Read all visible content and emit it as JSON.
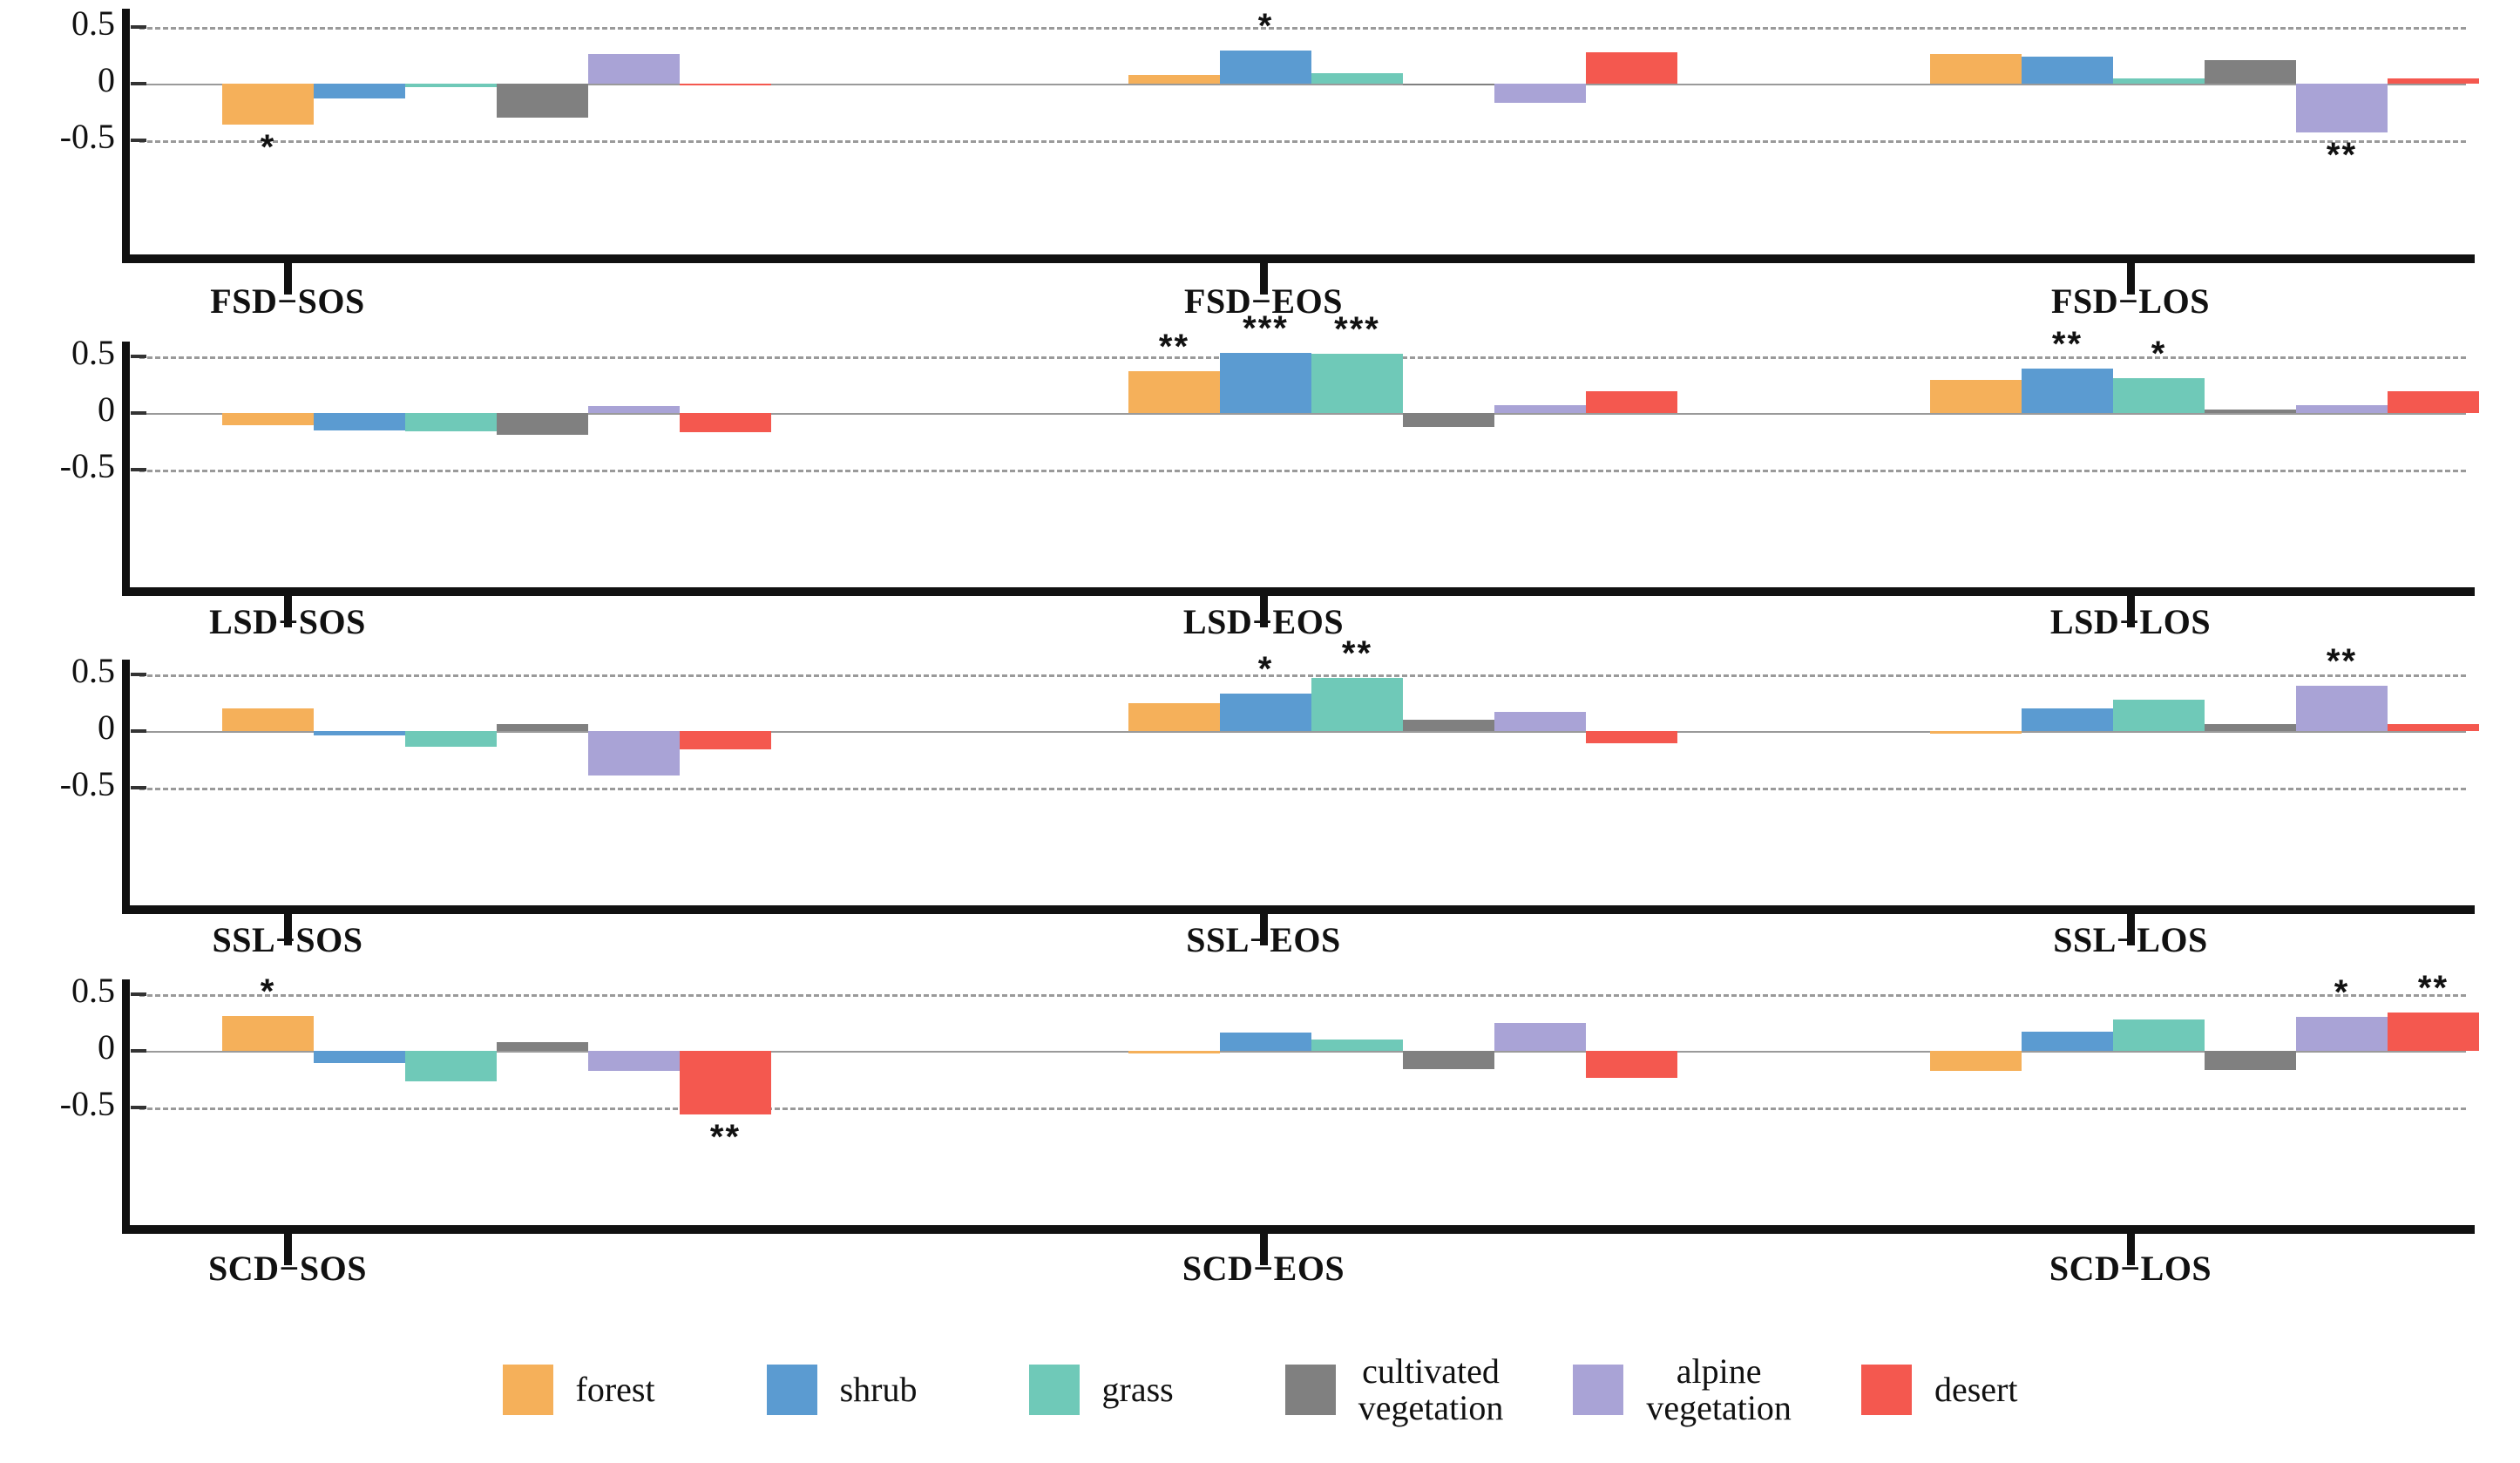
{
  "chart_data": {
    "type": "bar",
    "title": "",
    "xlabel": "",
    "ylabel": "",
    "ylim": [
      -1.0,
      1.0
    ],
    "yticks": [
      0.5,
      0,
      -0.5
    ],
    "ytick_labels": [
      "0.5",
      "0",
      "-0.5"
    ],
    "grid": "dashed horizontal gridlines at 0.5 and -0.5; solid zero line",
    "legend_position": "bottom-center",
    "categories": [
      "forest",
      "shrub",
      "grass",
      "cultivated vegetation",
      "alpine vegetation",
      "desert"
    ],
    "colors": [
      "#F5B05A",
      "#5B9BD1",
      "#6FC9B8",
      "#808080",
      "#A9A3D6",
      "#F4584F"
    ],
    "significance_legend": [
      "*",
      "**",
      "***"
    ],
    "panels": [
      {
        "label": "FSD−SOS",
        "row": 1,
        "col": 1,
        "values": [
          -0.36,
          -0.13,
          -0.03,
          -0.3,
          0.26,
          0.0
        ],
        "sig": [
          "*",
          "",
          "",
          "",
          "",
          ""
        ]
      },
      {
        "label": "FSD−EOS",
        "row": 1,
        "col": 2,
        "values": [
          0.08,
          0.29,
          0.09,
          0.0,
          -0.17,
          0.28
        ],
        "sig": [
          "",
          "*",
          "",
          "",
          "",
          ""
        ]
      },
      {
        "label": "FSD−LOS",
        "row": 1,
        "col": 3,
        "values": [
          0.26,
          0.24,
          0.05,
          0.21,
          -0.43,
          0.05
        ],
        "sig": [
          "",
          "",
          "",
          "",
          "**",
          ""
        ]
      },
      {
        "label": "LSD−SOS",
        "row": 2,
        "col": 1,
        "values": [
          -0.11,
          -0.15,
          -0.16,
          -0.19,
          0.06,
          -0.17
        ],
        "sig": [
          "",
          "",
          "",
          "",
          "",
          ""
        ]
      },
      {
        "label": "LSD−EOS",
        "row": 2,
        "col": 2,
        "values": [
          0.37,
          0.53,
          0.52,
          -0.12,
          0.07,
          0.19
        ],
        "sig": [
          "**",
          "***",
          "***",
          "",
          "",
          ""
        ]
      },
      {
        "label": "LSD−LOS",
        "row": 2,
        "col": 3,
        "values": [
          0.29,
          0.39,
          0.31,
          0.03,
          0.07,
          0.19
        ],
        "sig": [
          "",
          "**",
          "*",
          "",
          "",
          ""
        ]
      },
      {
        "label": "SSL−SOS",
        "row": 3,
        "col": 1,
        "values": [
          0.2,
          -0.04,
          -0.14,
          0.06,
          -0.39,
          -0.16
        ],
        "sig": [
          "",
          "",
          "",
          "",
          "",
          ""
        ]
      },
      {
        "label": "SSL−EOS",
        "row": 3,
        "col": 2,
        "values": [
          0.25,
          0.33,
          0.47,
          0.1,
          0.17,
          -0.11
        ],
        "sig": [
          "",
          "*",
          "**",
          "",
          "",
          ""
        ]
      },
      {
        "label": "SSL−LOS",
        "row": 3,
        "col": 3,
        "values": [
          -0.02,
          0.2,
          0.28,
          0.06,
          0.4,
          0.06
        ],
        "sig": [
          "",
          "",
          "",
          "",
          "**",
          ""
        ]
      },
      {
        "label": "SCD−SOS",
        "row": 4,
        "col": 1,
        "values": [
          0.31,
          -0.11,
          -0.27,
          0.08,
          -0.18,
          -0.56
        ],
        "sig": [
          "*",
          "",
          "",
          "",
          "",
          "**"
        ]
      },
      {
        "label": "SCD−EOS",
        "row": 4,
        "col": 2,
        "values": [
          -0.02,
          0.16,
          0.1,
          -0.16,
          0.25,
          -0.24
        ],
        "sig": [
          "",
          "",
          "",
          "",
          "",
          ""
        ]
      },
      {
        "label": "SCD−LOS",
        "row": 4,
        "col": 3,
        "values": [
          -0.18,
          0.17,
          0.28,
          -0.17,
          0.3,
          0.34
        ],
        "sig": [
          "",
          "",
          "",
          "",
          "*",
          "**"
        ]
      }
    ]
  },
  "axis": {
    "tick_labels": [
      "0.5",
      "0",
      "-0.5"
    ]
  },
  "legend": {
    "items": [
      {
        "label": "forest",
        "color": "#F5B05A"
      },
      {
        "label": "shrub",
        "color": "#5B9BD1"
      },
      {
        "label": "grass",
        "color": "#6FC9B8"
      },
      {
        "label": "cultivated\nvegetation",
        "color": "#808080"
      },
      {
        "label": "alpine\nvegetation",
        "color": "#A9A3D6"
      },
      {
        "label": "desert",
        "color": "#F4584F"
      }
    ]
  }
}
